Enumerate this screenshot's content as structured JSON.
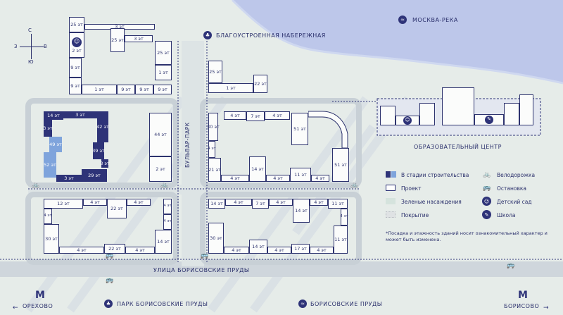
{
  "compass": {
    "n": "С",
    "w": "З",
    "e": "В",
    "s": "Ю"
  },
  "labels": {
    "river": "МОСКВА-РЕКА",
    "embankment": "БЛАГОУСТРОЕННАЯ НАБЕРЕЖНАЯ",
    "boulevard": "БУЛЬВАР-ПАРК",
    "street": "УЛИЦА БОРИСОВСКИЕ ПРУДЫ",
    "edu": "ОБРАЗОВАТЕЛЬНЫЙ ЦЕНТР",
    "park": "ПАРК БОРИСОВСКИЕ ПРУДЫ",
    "ponds": "БОРИСОВСКИЕ ПРУДЫ",
    "metro_left": "ОРЕХОВО",
    "metro_right": "БОРИСОВО"
  },
  "legend": {
    "construction": "В стадии строительства",
    "project": "Проект",
    "green": "Зеленые насаждения",
    "cover": "Покрытие",
    "bike": "Велодорожка",
    "stop": "Остановка",
    "kindergarten": "Детский сад",
    "school": "Школа",
    "note": "*Посадка и этажность зданий носит ознакомительный характер и может быть изменена."
  },
  "icons": {
    "bike": "bicycle-icon",
    "stop": "bus-stop-icon",
    "kg": "kindergarten-icon",
    "school": "school-icon",
    "metro": "metro-icon",
    "water": "water-icon",
    "park": "park-icon"
  },
  "colors": {
    "navy": "#2e3378",
    "light": "#7fa4dc",
    "bg": "#e6ece9",
    "road": "#cfd8df"
  },
  "floors": {
    "b25a": "25 эт",
    "b3a": "3 эт",
    "b2a": "2 эт",
    "b9a": "9 эт",
    "b9b": "9 эт",
    "b1a": "1 эт",
    "b9c": "9 эт",
    "b9d": "9 эт",
    "b9e": "9 эт",
    "b25b": "25 эт",
    "b3b": "3 эт",
    "b25c": "25 эт",
    "b1b": "1 эт",
    "b25d": "25 эт",
    "b1c": "1 эт",
    "b22a": "22 эт",
    "c14": "14 эт",
    "c3a": "3 эт",
    "c3b": "3 эт",
    "c42": "42 эт",
    "c49": "49 эт",
    "c39": "39 эт",
    "c52": "52 эт",
    "c3c": "3 эт",
    "c3d": "3 эт",
    "c29": "29 эт",
    "b44": "44 эт",
    "b2b": "2 эт",
    "b4a": "4 эт",
    "b7a": "7 эт",
    "b4b": "4 эт",
    "b30a": "30 эт",
    "b51a": "51 эт",
    "b4c": "4 эт",
    "b21": "21 эт",
    "b4d": "4 эт",
    "b11a": "11 эт",
    "b4e": "4 эт",
    "b51b": "51 эт",
    "b14a": "14 эт",
    "b4f": "4 эт",
    "b12": "12 эт",
    "b4g": "4 эт",
    "b22b": "22 эт",
    "b4h": "4 эт",
    "b4i": "4 эт",
    "b30b": "30 эт",
    "b14b": "14 эт",
    "b4j": "4 эт",
    "b4k": "4 эт",
    "b22c": "22 эт",
    "b4l": "4 эт",
    "b4m": "4 эт",
    "b14c": "14 эт",
    "b7b": "7 эт",
    "b4n": "4 эт",
    "b11b": "11 эт",
    "b14d": "14 эт",
    "b4o": "4 эт",
    "b30c": "30 эт",
    "b4p": "4 эт",
    "b14e": "14 эт",
    "b4q": "4 эт",
    "b17": "17 эт",
    "b4r": "4 эт",
    "b11c": "11 эт",
    "b4s": "4 эт",
    "b4t": "4 эт",
    "b4u": "4 эт"
  }
}
